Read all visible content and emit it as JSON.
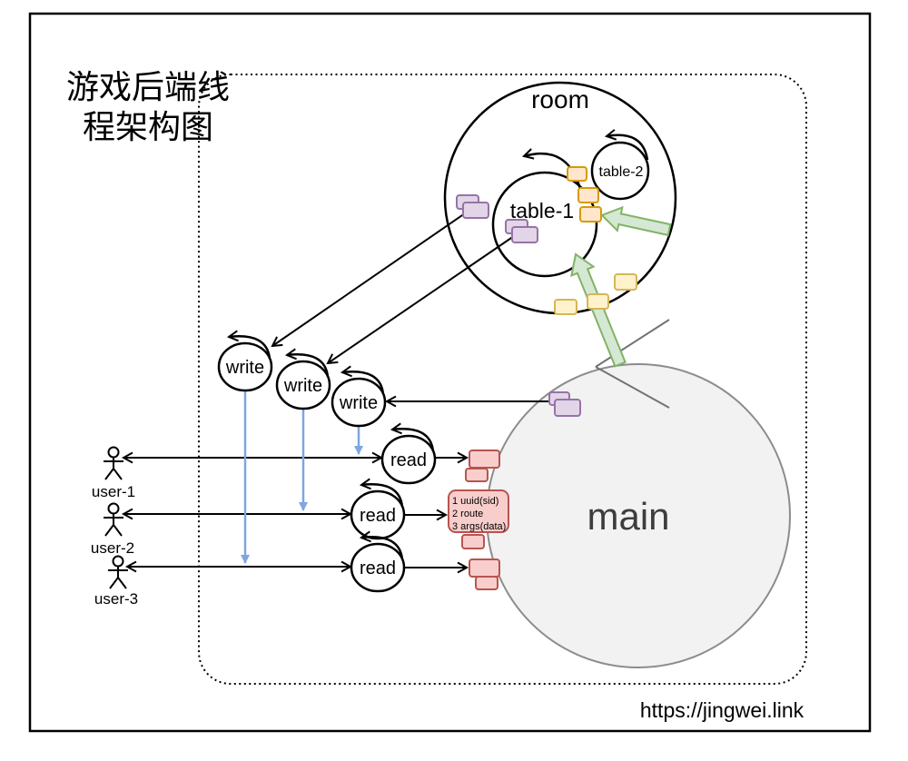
{
  "title": {
    "line1": "游戏后端线",
    "line2": "程架构图"
  },
  "footer": {
    "url": "https://jingwei.link"
  },
  "nodes": {
    "room_label": "room",
    "table1_label": "table-1",
    "table2_label": "table-2",
    "main_label": "main",
    "write_label": "write",
    "read_label": "read"
  },
  "users": [
    {
      "label": "user-1"
    },
    {
      "label": "user-2"
    },
    {
      "label": "user-3"
    }
  ],
  "message_box": {
    "line1": "1 uuid(sid)",
    "line2": "2 route",
    "line3": "3 args(data)"
  },
  "colors": {
    "yellow_fill": "#FFF2CC",
    "yellow_stroke": "#D6B656",
    "orange_fill": "#FFE6CC",
    "orange_stroke": "#D79B00",
    "purple_fill": "#E1D5E7",
    "purple_stroke": "#9673A6",
    "green_fill": "#D5E8D4",
    "green_stroke": "#82B366",
    "red_fill": "#F8CECC",
    "red_stroke": "#B85450",
    "blue_arrow": "#7EA6E0",
    "main_fill": "#F2F2F2",
    "main_stroke": "#8C8C8C"
  }
}
